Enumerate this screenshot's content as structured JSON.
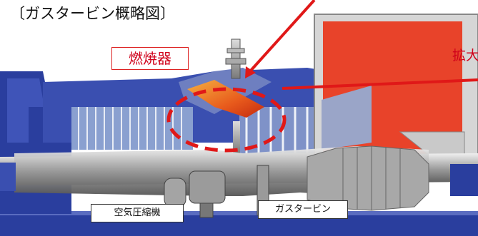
{
  "caption": "〔ガスタービン概略図〕",
  "labels": {
    "combustor": "燃焼器",
    "compressor": "空気圧縮機",
    "turbine": "ガスタービン",
    "enlarged": "拡大"
  },
  "colors": {
    "highlight": "#d0021b",
    "casing_blue": "#2a3e9e",
    "exhaust_red": "#e8432a",
    "flame_orange": "#f07a1e"
  }
}
